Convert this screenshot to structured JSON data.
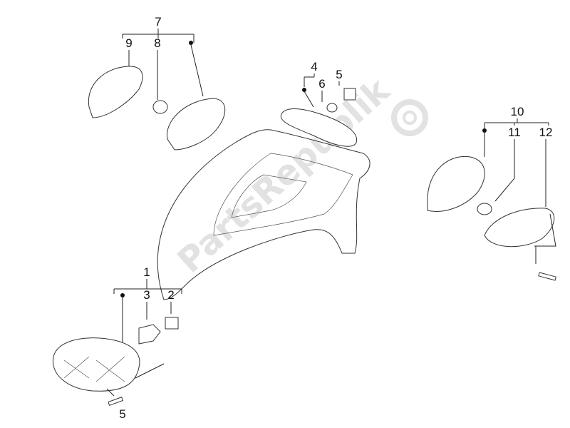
{
  "diagram": {
    "watermark": "PartsRepublik",
    "labels": {
      "top_left_group": "7",
      "top_left_a": "9",
      "top_left_b": "8",
      "top_center_group": "4",
      "top_center_a": "6",
      "top_center_b": "5",
      "right_group": "10",
      "right_a": "11",
      "right_b": "12",
      "bottom_group": "1",
      "bottom_a": "3",
      "bottom_b": "2",
      "bottom_screw": "5"
    }
  }
}
